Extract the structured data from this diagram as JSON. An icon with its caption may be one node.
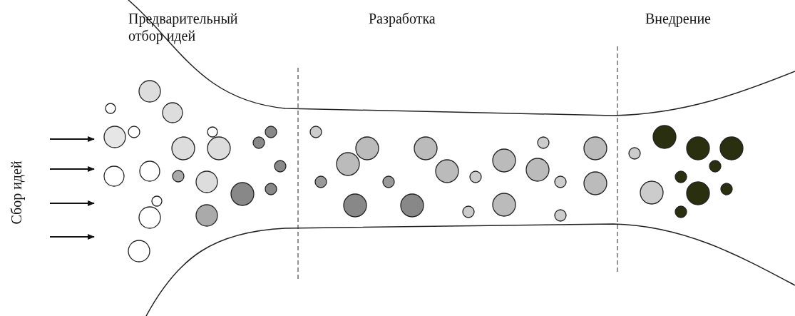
{
  "diagram": {
    "labels": [
      "Предварительный отбор идей",
      "Разработка",
      "Внедрение",
      "Сбор идей"
    ]
  }
}
